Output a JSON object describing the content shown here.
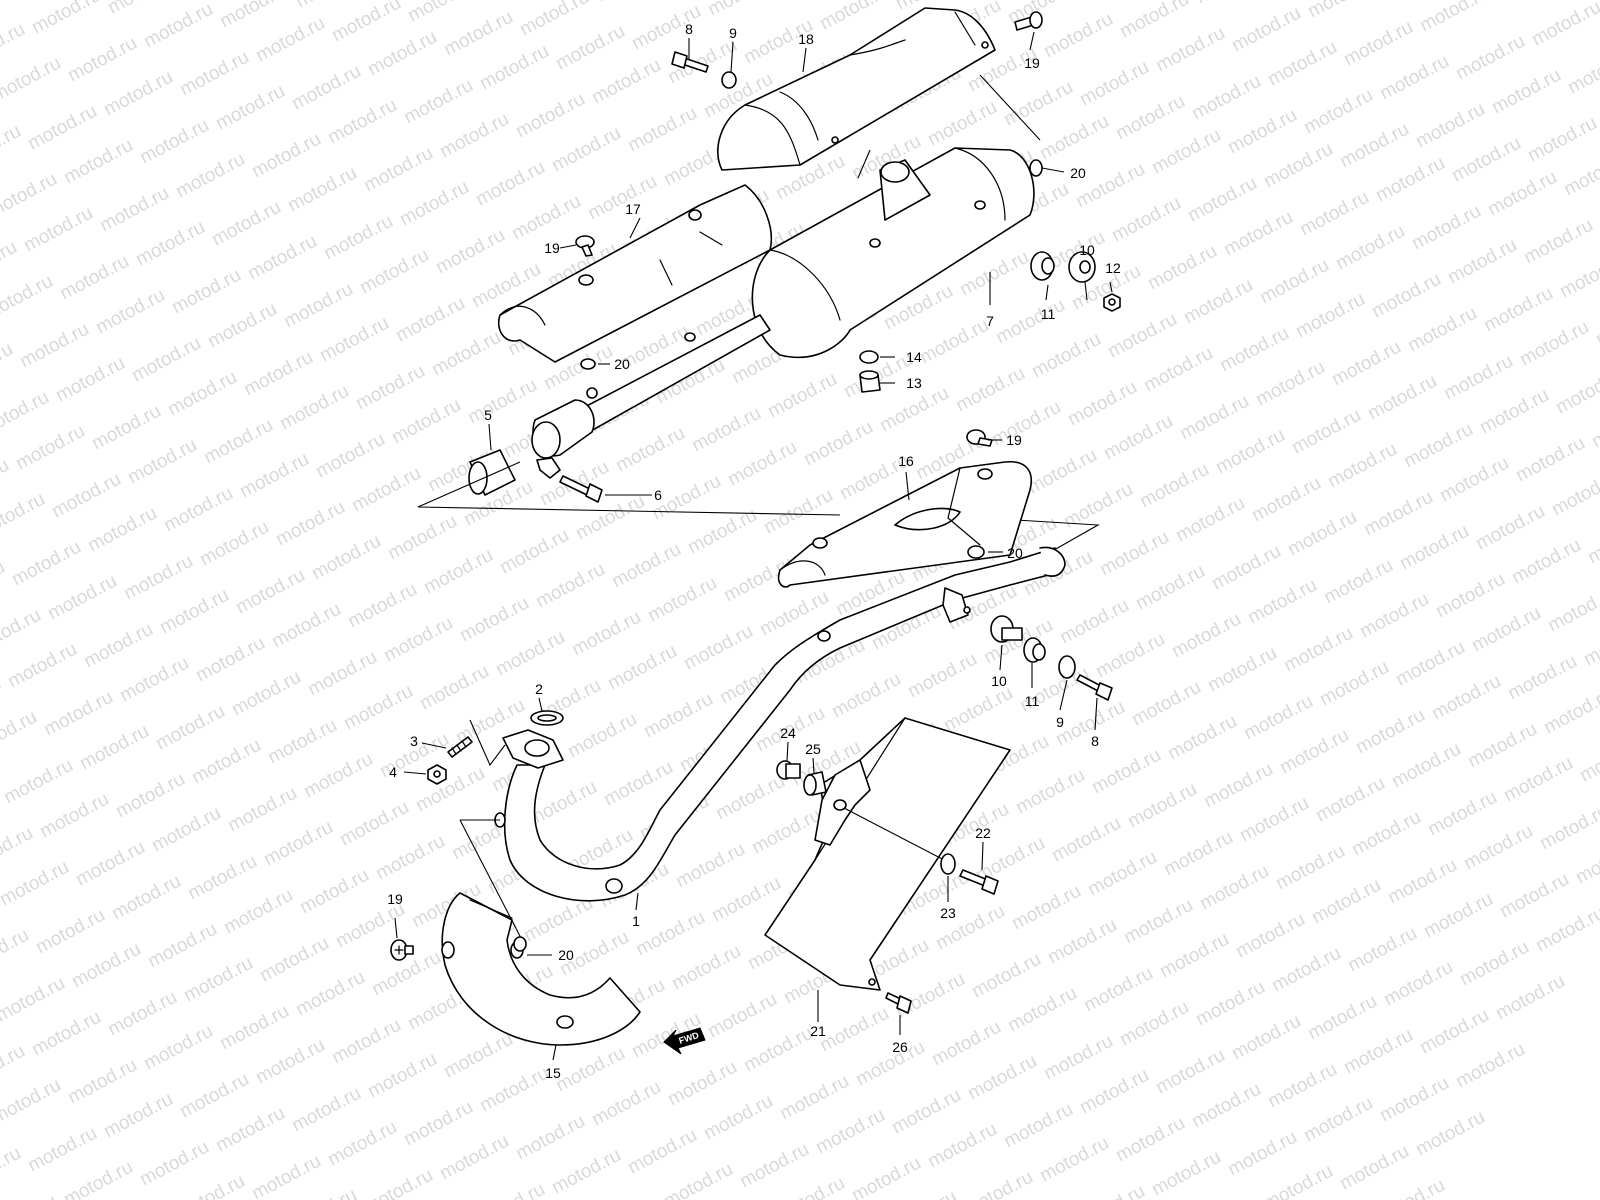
{
  "watermark": "motod.ru",
  "fwd_label": "FWD",
  "callouts": {
    "c1": "1",
    "c2": "2",
    "c3": "3",
    "c4": "4",
    "c5": "5",
    "c6": "6",
    "c7": "7",
    "c8a": "8",
    "c8b": "8",
    "c9a": "9",
    "c9b": "9",
    "c10a": "10",
    "c10b": "10",
    "c11a": "11",
    "c11b": "11",
    "c12": "12",
    "c13": "13",
    "c14": "14",
    "c15": "15",
    "c16": "16",
    "c17": "17",
    "c18": "18",
    "c19a": "19",
    "c19b": "19",
    "c19c": "19",
    "c19d": "19",
    "c20a": "20",
    "c20b": "20",
    "c20c": "20",
    "c20d": "20",
    "c21": "21",
    "c22": "22",
    "c23": "23",
    "c24": "24",
    "c25": "25",
    "c26": "26"
  },
  "icons": {
    "direction": "fwd-arrow-icon"
  },
  "colors": {
    "line": "#000000",
    "watermark": "#d9d9d9",
    "background": "#ffffff"
  }
}
